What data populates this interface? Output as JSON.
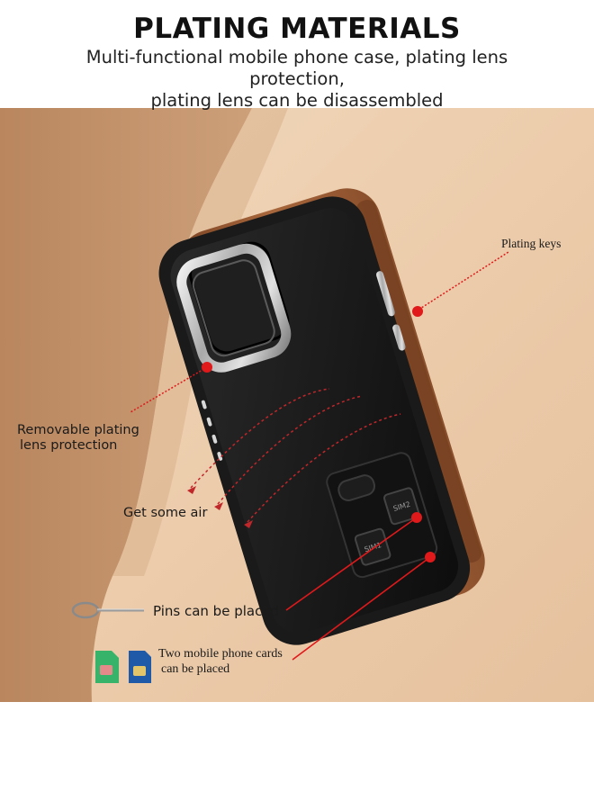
{
  "header": {
    "title": "PLATING MATERIALS",
    "subtitle_line1": "Multi-functional mobile phone case, plating lens protection,",
    "subtitle_line2": "plating lens can be disassembled"
  },
  "callouts": {
    "plating_keys": "Plating keys",
    "removable_line1": "Removable plating",
    "removable_line2": "lens protection",
    "get_air": "Get some air",
    "pins": "Pins can be placed",
    "cards_line1": "Two mobile phone cards",
    "cards_line2": "can be placed"
  },
  "case_labels": {
    "sim1": "SIM1",
    "sim2": "SIM2"
  },
  "colors": {
    "accent_red": "#e0191b",
    "background_beige": "#e9c9a9",
    "case_black": "#151515",
    "leather_brown": "#9a5a32"
  },
  "icons": {
    "pin": "sim-eject-pin-icon",
    "sim_green": "sim-card-green-icon",
    "sim_blue": "sim-card-blue-icon"
  }
}
